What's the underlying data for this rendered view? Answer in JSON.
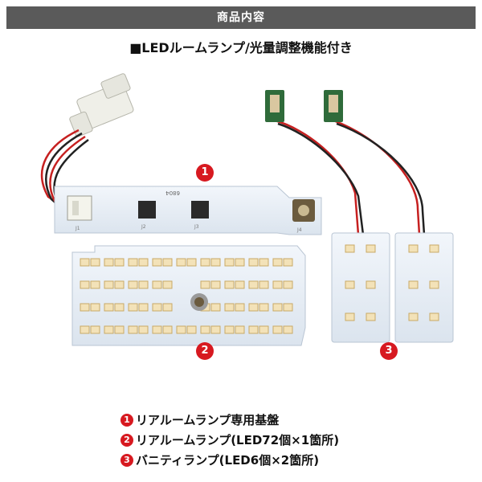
{
  "banner": {
    "title": "商品内容"
  },
  "subtitle": {
    "text": "■LEDルームランプ/光量調整機能付き"
  },
  "image": {
    "board_main_code": "6804",
    "board_main_labels": [
      "J1",
      "J2",
      "J3",
      "J4"
    ]
  },
  "badges": [
    "1",
    "2",
    "3"
  ],
  "items": [
    {
      "num": "1",
      "label": "リアルームランプ専用基盤"
    },
    {
      "num": "2",
      "label": "リアルームランプ(LED72個×1箇所)"
    },
    {
      "num": "3",
      "label": "バニティランプ(LED6個×2箇所)"
    }
  ],
  "colors": {
    "accent": "#d71920",
    "banner": "#5a5a5a",
    "board": "#e8f0f8"
  }
}
